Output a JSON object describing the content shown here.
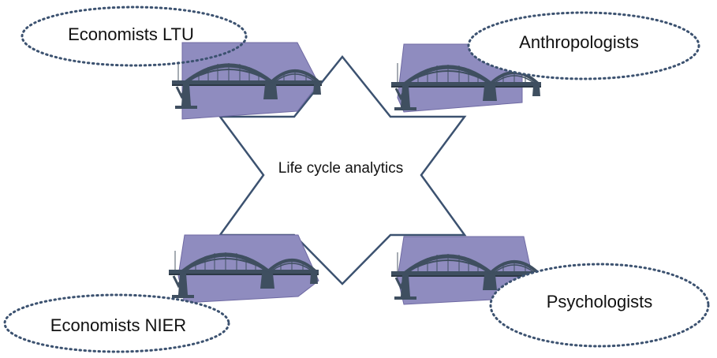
{
  "center": {
    "label": "Life cycle analytics"
  },
  "groups": [
    {
      "id": "tl",
      "label": "Economists LTU"
    },
    {
      "id": "tr",
      "label": "Anthropologists"
    },
    {
      "id": "bl",
      "label": "Economists NIER"
    },
    {
      "id": "br",
      "label": "Psychologists"
    }
  ],
  "colors": {
    "star_outline": "#3c5270",
    "panel_fill": "#8f8cbf",
    "panel_edge": "#6f6aa3",
    "bridge": "#3f4f60",
    "ellipse_dots": "#3c5270",
    "text": "#111111"
  },
  "icons": {
    "bridge": "bridge-icon",
    "panel": "parallelogram-panel"
  }
}
